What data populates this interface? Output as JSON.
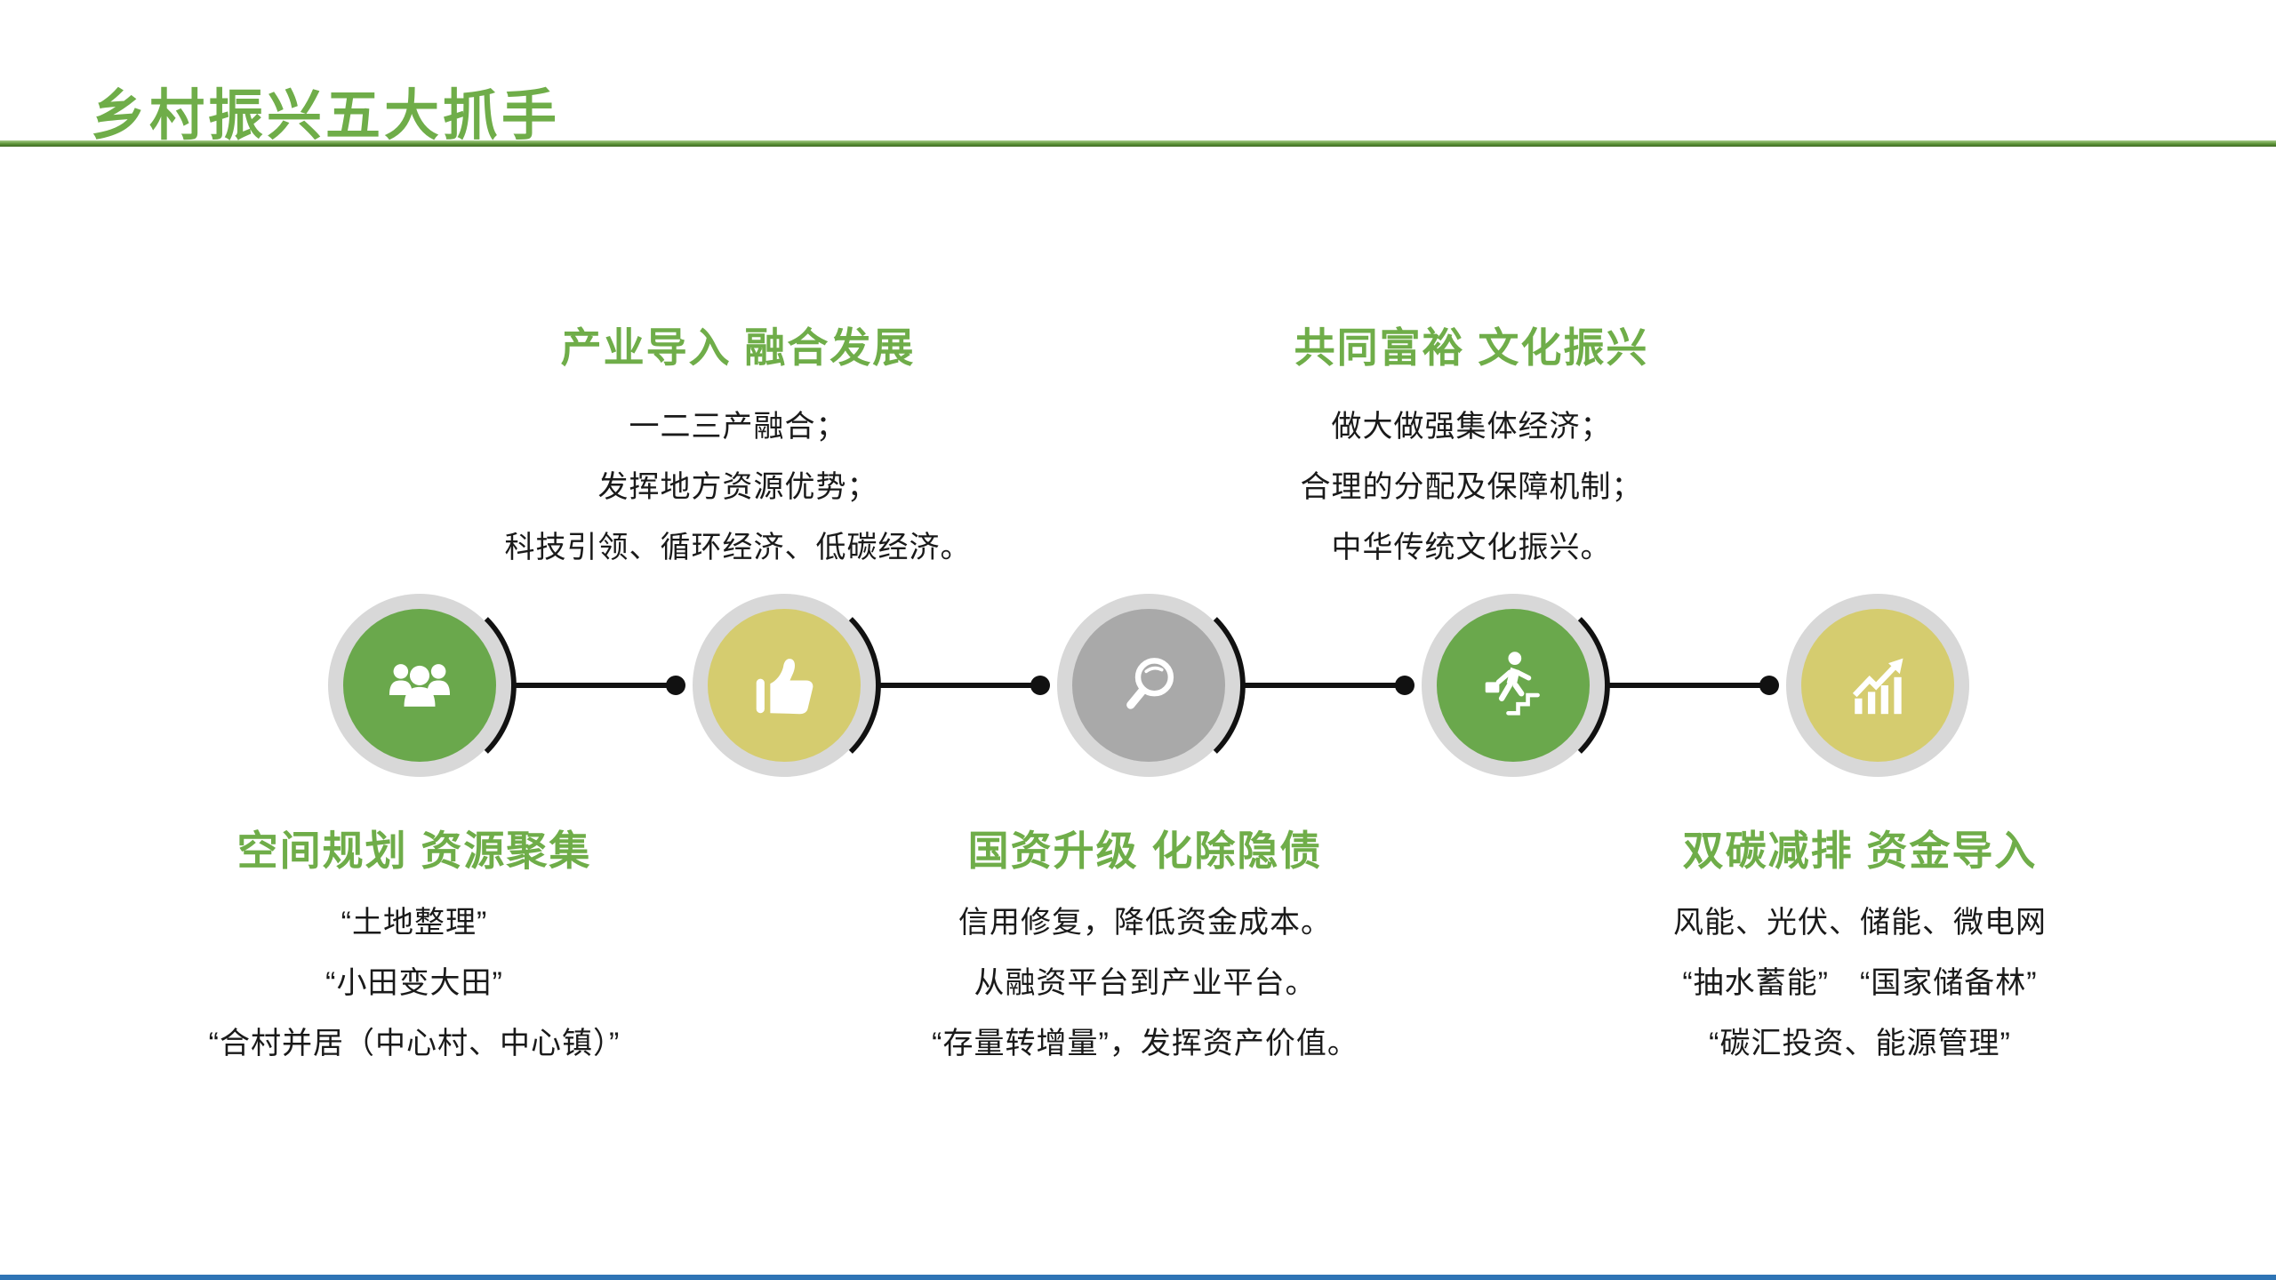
{
  "slide": {
    "title": "乡村振兴五大抓手"
  },
  "colors": {
    "accent_green": "#6fad49",
    "divider_green": "#5d9438",
    "ring_gray": "#d8d8d8",
    "connector_black": "#111111",
    "footer_blue": "#2e74b5",
    "body_text": "#1a1a1a",
    "circle_green": "#6aa84c",
    "circle_yellow": "#d5cc6f",
    "circle_gray": "#a9a9a9"
  },
  "steps": [
    {
      "heading": "空间规划 资源聚集",
      "label_position": "below",
      "icon": "people-group-icon",
      "circle_color": "#6aa84c",
      "lines": [
        "“土地整理”",
        "“小田变大田”",
        "“合村并居（中心村、中心镇）”"
      ]
    },
    {
      "heading": "产业导入 融合发展",
      "label_position": "above",
      "icon": "thumbs-up-icon",
      "circle_color": "#d5cc6f",
      "lines": [
        "一二三产融合；",
        "发挥地方资源优势；",
        "科技引领、循环经济、低碳经济。"
      ]
    },
    {
      "heading": "国资升级 化除隐债",
      "label_position": "below",
      "icon": "magnifier-icon",
      "circle_color": "#a9a9a9",
      "lines": [
        "信用修复，降低资金成本。",
        "从融资平台到产业平台。",
        "“存量转增量”，发挥资产价值。"
      ]
    },
    {
      "heading": "共同富裕 文化振兴",
      "label_position": "above",
      "icon": "stairs-climb-icon",
      "circle_color": "#6aa84c",
      "lines": [
        "做大做强集体经济；",
        "合理的分配及保障机制；",
        "中华传统文化振兴。"
      ]
    },
    {
      "heading": "双碳减排 资金导入",
      "label_position": "below",
      "icon": "growth-chart-icon",
      "circle_color": "#d5cc6f",
      "lines": [
        "风能、光伏、储能、微电网",
        "“抽水蓄能”　“国家储备林”",
        "“碳汇投资、能源管理”"
      ]
    }
  ]
}
